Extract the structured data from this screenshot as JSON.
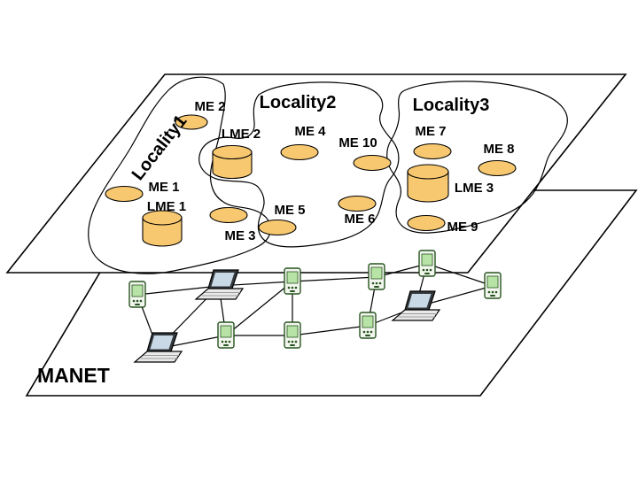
{
  "manet": {
    "label": "MANET"
  },
  "localities": {
    "l1": {
      "label": "Locality1"
    },
    "l2": {
      "label": "Locality2"
    },
    "l3": {
      "label": "Locality3"
    }
  },
  "nodes": {
    "me1": {
      "label": "ME 1",
      "type": "ellipse"
    },
    "me2": {
      "label": "ME 2",
      "type": "ellipse"
    },
    "me3": {
      "label": "ME 3",
      "type": "ellipse"
    },
    "me4": {
      "label": "ME 4",
      "type": "ellipse"
    },
    "me5": {
      "label": "ME 5",
      "type": "ellipse"
    },
    "me6": {
      "label": "ME 6",
      "type": "ellipse"
    },
    "me7": {
      "label": "ME 7",
      "type": "ellipse"
    },
    "me8": {
      "label": "ME 8",
      "type": "ellipse"
    },
    "me9": {
      "label": "ME 9",
      "type": "ellipse"
    },
    "me10": {
      "label": "ME 10",
      "type": "ellipse"
    },
    "lme1": {
      "label": "LME 1",
      "type": "cylinder"
    },
    "lme2": {
      "label": "LME 2",
      "type": "cylinder"
    },
    "lme3": {
      "label": "LME 3",
      "type": "cylinder"
    }
  },
  "colors": {
    "entity_fill": "#F8C870",
    "entity_stroke": "#000000",
    "plane_fill": "#FFFFFF",
    "plane_stroke": "#000000",
    "pda_screen": "#B7E3A7",
    "pda_outline": "#27531F",
    "link_color": "#000000"
  }
}
